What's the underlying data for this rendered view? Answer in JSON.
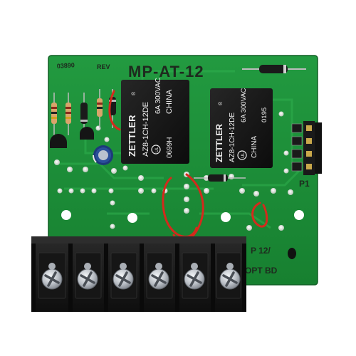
{
  "board": {
    "part_number": "MP-AT-12",
    "rev_label": "REV",
    "connector_label": "P1",
    "side_label_1": "P 12/",
    "side_label_2": "OPT BD"
  },
  "relays": [
    {
      "brand": "ZETTLER",
      "registered": "®",
      "model": "AZ8-1CH-12DE",
      "rating": "6A 300VAC",
      "origin": "CHINA",
      "date_code": "0699H"
    },
    {
      "brand": "ZETTLER",
      "registered": "®",
      "model": "AZ8-1CH-12DE",
      "rating": "6A 300VAC",
      "origin": "CHINA",
      "date_code": "0195"
    }
  ],
  "terminal_block": {
    "screw_count": 6
  },
  "colors": {
    "pcb": "#1c8a37",
    "relay_body": "#141414",
    "terminal_block": "#1a1a1a",
    "screw": "#c9ccd1",
    "jumper_wire": "#d42a1c"
  }
}
